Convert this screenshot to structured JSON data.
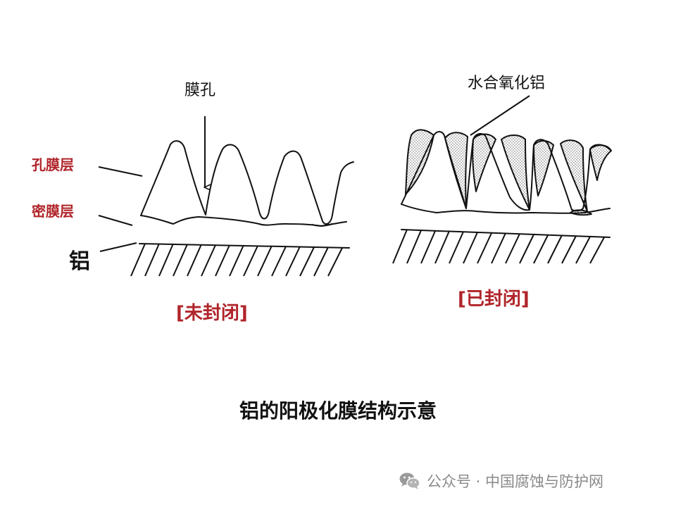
{
  "labels": {
    "pore": "膜孔",
    "hydrate": "水合氧化铝",
    "porous_layer": "孔膜层",
    "dense_layer": "密膜层",
    "aluminum": "铝",
    "unsealed": "[未封闭]",
    "sealed": "[已封闭]"
  },
  "title": "铝的阳极化膜结构示意",
  "watermark": {
    "text": "公众号 · 中国腐蚀与防护网",
    "icon": "wechat-icon"
  },
  "colors": {
    "label_red": "#b0242a",
    "line": "#111111",
    "watermark": "#8a8a8a"
  }
}
